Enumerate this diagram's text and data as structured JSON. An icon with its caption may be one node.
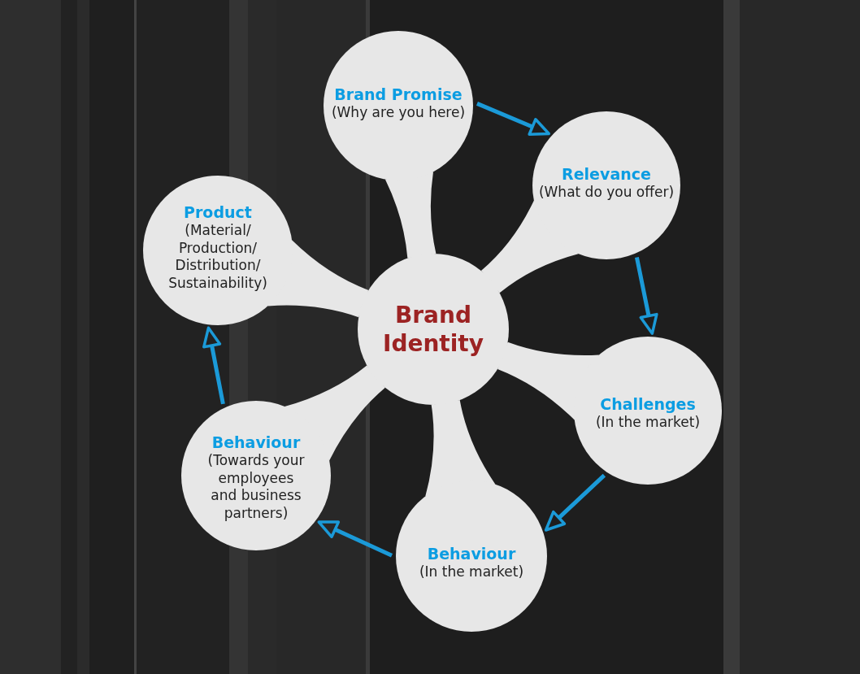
{
  "diagram": {
    "nodes": [
      {
        "text": [
          "Brand Identity"
        ]
      },
      {
        "text": [
          "Brand Promise",
          "(Why are you here)"
        ]
      },
      {
        "text": [
          "Relevance",
          "(What do you offer)"
        ]
      },
      {
        "text": [
          "Challenges",
          "(In the market)"
        ]
      },
      {
        "text": [
          "Behaviour",
          "(In the market)"
        ]
      },
      {
        "text": [
          "Behaviour",
          "(Towards your employees and business partners)"
        ]
      },
      {
        "text": [
          "Product",
          "(Material/ Production/ Distribution/ Sustainability)"
        ]
      }
    ],
    "edges": [
      {
        "from": 0,
        "to": 1,
        "arrow": "none",
        "style": "thick"
      },
      {
        "from": 0,
        "to": 2,
        "arrow": "none",
        "style": "thick"
      },
      {
        "from": 0,
        "to": 3,
        "arrow": "none",
        "style": "thick"
      },
      {
        "from": 0,
        "to": 4,
        "arrow": "none",
        "style": "thick"
      },
      {
        "from": 0,
        "to": 5,
        "arrow": "none",
        "style": "thick"
      },
      {
        "from": 0,
        "to": 6,
        "arrow": "none",
        "style": "thick"
      },
      {
        "from": 1,
        "to": 2,
        "arrow": "to",
        "color": "#1b9ad8"
      },
      {
        "from": 2,
        "to": 3,
        "arrow": "to",
        "color": "#1b9ad8"
      },
      {
        "from": 3,
        "to": 4,
        "arrow": "to",
        "color": "#1b9ad8"
      },
      {
        "from": 4,
        "to": 5,
        "arrow": "to",
        "color": "#1b9ad8"
      },
      {
        "from": 5,
        "to": 6,
        "arrow": "to",
        "color": "#1b9ad8"
      }
    ]
  }
}
